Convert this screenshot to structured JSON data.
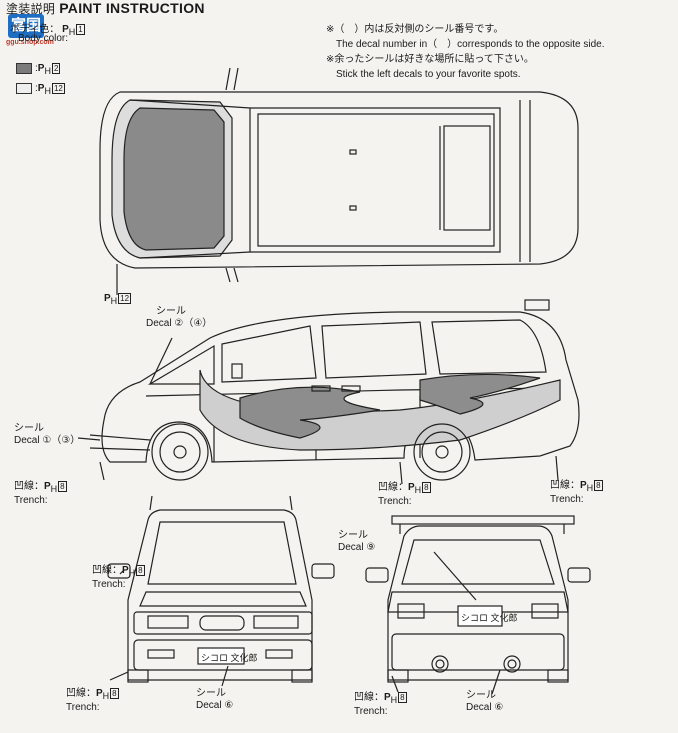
{
  "header": {
    "title_ja": "塗装説明",
    "title_en": "PAINT INSTRUCTION"
  },
  "watermark": {
    "logo_text": "富国",
    "url": "ggu.shop.com"
  },
  "body_color": {
    "label_ja": "ボディ色：",
    "label_en": "Body color:",
    "main_ph": "1",
    "swatches": [
      {
        "color": "#7b7b7b",
        "ph": "2"
      },
      {
        "color": "#eeeeee",
        "ph": "12"
      }
    ]
  },
  "notes": {
    "line1": "※（　）内は反対側のシール番号です。",
    "line2": "The decal number in（　）corresponds  to the opposite side.",
    "line3": "※余ったシールは好きな場所に貼って下さい。",
    "line4": "Stick the left decals to your favorite spots."
  },
  "ph_prefix": "P",
  "ph_sub": "H",
  "top_view": {
    "ph_label": "12"
  },
  "side_view": {
    "decal_top": {
      "ja": "シール",
      "en": "Decal",
      "nums": "②（④）"
    },
    "decal_left": {
      "ja": "シール",
      "en": "Decal",
      "nums": "①（③）"
    },
    "trench_left": {
      "ja": "凹線：",
      "en": "Trench:",
      "ph": "8"
    },
    "trench_mid": {
      "ja": "凹線：",
      "en": "Trench:",
      "ph": "8"
    },
    "trench_right": {
      "ja": "凹線：",
      "en": "Trench:",
      "ph": "8"
    }
  },
  "front_view": {
    "trench": {
      "ja": "凹線：",
      "en": "Trench:",
      "ph": "8"
    },
    "trench_bottom": {
      "ja": "凹線：",
      "en": "Trench:",
      "ph": "8"
    },
    "decal": {
      "ja": "シール",
      "en": "Decal",
      "nums": "⑥"
    },
    "plate_text": "シコロ 文化郎"
  },
  "rear_view": {
    "decal_top": {
      "ja": "シール",
      "en": "Decal",
      "nums": "⑨"
    },
    "trench": {
      "ja": "凹線：",
      "en": "Trench:",
      "ph": "8"
    },
    "decal": {
      "ja": "シール",
      "en": "Decal",
      "nums": "⑥"
    },
    "plate_text": "シコロ 文化郎"
  }
}
